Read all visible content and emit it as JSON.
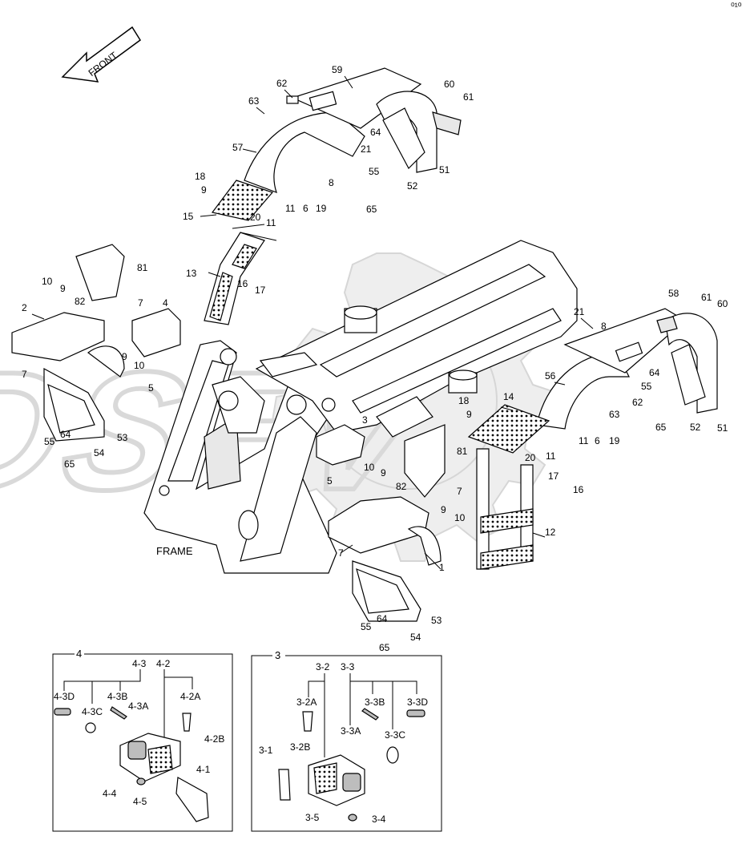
{
  "page": {
    "corner_mark": "⁰¹⁰",
    "front_label": "FRONT",
    "frame_label": "FRAME"
  },
  "callouts": {
    "upper_left_fender": [
      "59",
      "62",
      "63",
      "60",
      "61",
      "57",
      "64",
      "21",
      "8",
      "55",
      "51",
      "52",
      "65",
      "18",
      "9",
      "15",
      "11",
      "6",
      "19",
      "20",
      "11",
      "13",
      "16",
      "17",
      "81"
    ],
    "left_fender": [
      "10",
      "9",
      "82",
      "7",
      "4",
      "2",
      "9",
      "10",
      "5",
      "7",
      "55",
      "64",
      "65",
      "54",
      "53"
    ],
    "right_side": [
      "58",
      "61",
      "60",
      "21",
      "8",
      "56",
      "64",
      "55",
      "62",
      "63",
      "52",
      "51",
      "65",
      "18",
      "9",
      "14",
      "11",
      "6",
      "19",
      "20",
      "11",
      "3",
      "81",
      "5",
      "10",
      "9",
      "82",
      "7",
      "17",
      "16",
      "9",
      "10",
      "12",
      "1",
      "7",
      "55",
      "64",
      "65",
      "54",
      "53"
    ]
  },
  "inset_4": {
    "title": "4",
    "labels": [
      "4-3",
      "4-2",
      "4-3D",
      "4-3B",
      "4-2A",
      "4-3C",
      "4-3A",
      "4-2B",
      "4-1",
      "4-4",
      "4-5"
    ]
  },
  "inset_3": {
    "title": "3",
    "labels": [
      "3-2",
      "3-3",
      "3-2A",
      "3-3B",
      "3-3D",
      "3-3A",
      "3-2B",
      "3-3C",
      "3-1",
      "3-5",
      "3-4"
    ]
  }
}
